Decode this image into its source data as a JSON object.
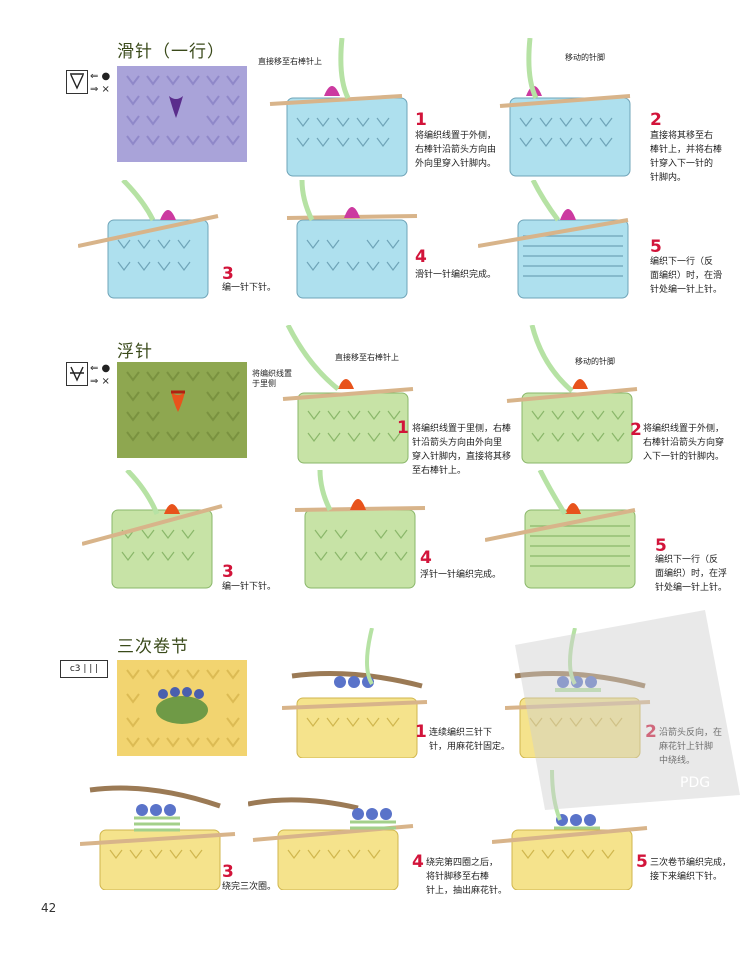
{
  "sections": {
    "slip": {
      "title": "滑针（一行）",
      "callout1": "直接移至右棒针上",
      "callout2": "移动的针脚",
      "steps": [
        {
          "num": "1",
          "text": [
            "将编织线置于外侧，",
            "右棒针沿箭头方向由",
            "外向里穿入针脚内。"
          ]
        },
        {
          "num": "2",
          "text": [
            "直接将其移至右",
            "棒针上，并将右棒",
            "针穿入下一针的",
            "针脚内。"
          ]
        },
        {
          "num": "3",
          "text": [
            "编一针下针。"
          ]
        },
        {
          "num": "4",
          "text": [
            "滑针一针编织完成。"
          ]
        },
        {
          "num": "5",
          "text": [
            "编织下一行（反",
            "面编织）时，在滑",
            "针处编一针上针。"
          ]
        }
      ]
    },
    "float": {
      "title": "浮针",
      "callout0": "将编织线置于里侧",
      "callout1": "直接移至右棒针上",
      "callout2": "移动的针脚",
      "steps": [
        {
          "num": "1",
          "text": [
            "将编织线置于里侧，右棒",
            "针沿箭头方向由外向里",
            "穿入针脚内，直接将其移",
            "至右棒针上。"
          ]
        },
        {
          "num": "2",
          "text": [
            "将编织线置于外侧，",
            "右棒针沿箭头方向穿",
            "入下一针的针脚内。"
          ]
        },
        {
          "num": "3",
          "text": [
            "编一针下针。"
          ]
        },
        {
          "num": "4",
          "text": [
            "浮针一针编织完成。"
          ]
        },
        {
          "num": "5",
          "text": [
            "编织下一行（反",
            "面编织）时，在浮",
            "针处编一针上针。"
          ]
        }
      ]
    },
    "wrap": {
      "title": "三次卷节",
      "symbol": "c3 | | |",
      "steps": [
        {
          "num": "1",
          "text": [
            "连续编织三针下",
            "针，用麻花针固定。"
          ]
        },
        {
          "num": "2",
          "text": [
            "沿箭头反向，在",
            "麻花针上针脚",
            "中绕线。"
          ]
        },
        {
          "num": "3",
          "text": [
            "绕完三次圈。"
          ]
        },
        {
          "num": "4",
          "text": [
            "绕完第四圈之后，",
            "将针脚移至右棒",
            "针上，抽出麻花针。"
          ]
        },
        {
          "num": "5",
          "text": [
            "三次卷节编织完成，",
            "接下来编织下针。"
          ]
        }
      ]
    }
  },
  "page_number": "42",
  "watermark": "PDG",
  "colors": {
    "slip_knit": "#aee0ee",
    "slip_accent": "#cc3aa0",
    "float_knit": "#c7e3a6",
    "float_accent": "#e8531c",
    "wrap_knit": "#f5e38c",
    "wrap_accent": "#5a73c9",
    "step_red": "#d2143a"
  }
}
